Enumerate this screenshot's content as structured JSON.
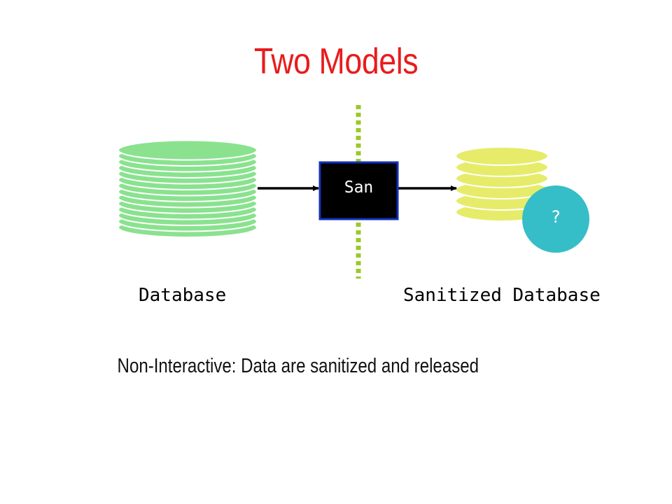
{
  "title": "Two Models",
  "labels": {
    "database": "Database",
    "sanitized_database": "Sanitized Database",
    "sanitizer": "San",
    "query_marker": "?"
  },
  "caption": "Non-Interactive: Data are sanitized and released",
  "colors": {
    "title": "#e81c1c",
    "database_disk": "#8ae28f",
    "sanitized_disk": "#e6ec6a",
    "sanitizer_box": "#000000",
    "sanitizer_border": "#1530b8",
    "divider": "#9bc92a",
    "query_circle": "#36bec8"
  },
  "icons": {
    "database": "stacked-disks-icon",
    "sanitized_database": "stacked-disks-icon",
    "query": "question-circle-icon"
  }
}
